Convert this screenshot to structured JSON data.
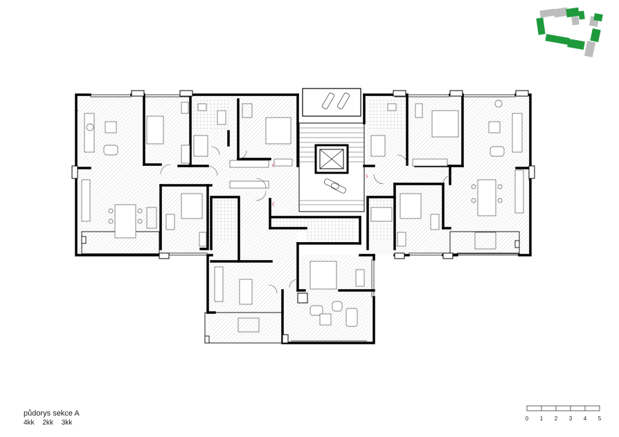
{
  "caption": {
    "title": "půdorys sekce A",
    "unit_types": [
      "4kk",
      "2kk",
      "3kk"
    ]
  },
  "scale_bar": {
    "labels": [
      "0",
      "1",
      "2",
      "3",
      "4",
      "5"
    ]
  },
  "colors": {
    "wall": "#000000",
    "floor_hatch": "#b8b8b8",
    "furniture": "#6a6a6a",
    "key_highlight": "#1e9a3c",
    "key_other": "#bdbdbd",
    "marker": "#e05080"
  }
}
